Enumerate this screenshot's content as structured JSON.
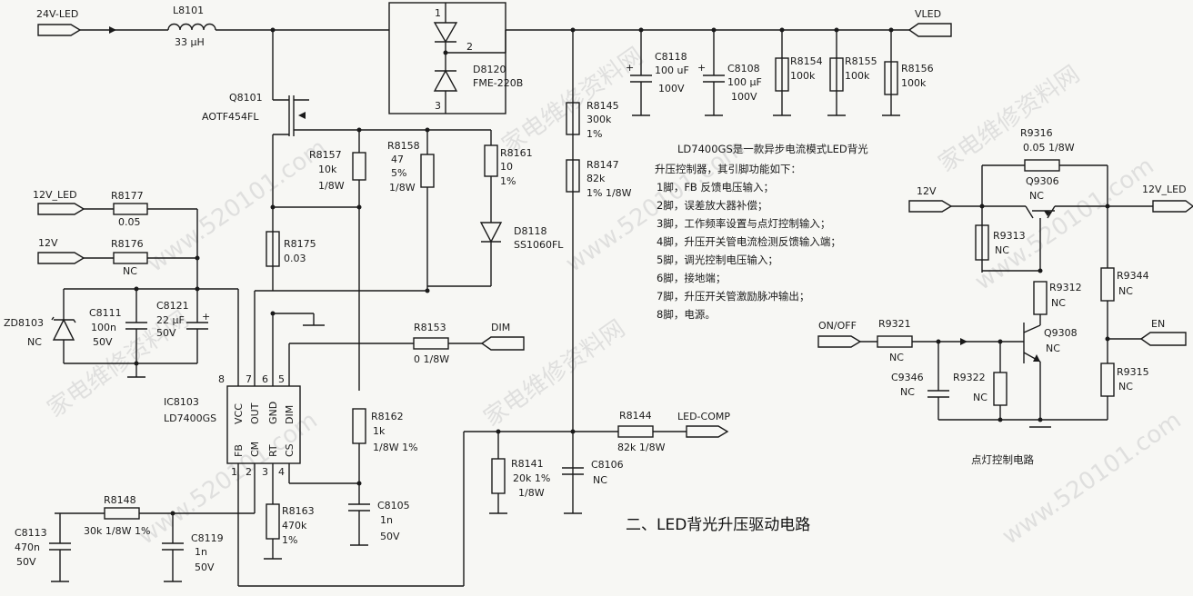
{
  "title": "二、LED背光升压驱动电路",
  "subcircuit_title": "点灯控制电路",
  "watermark": {
    "text_cn": "家电维修资料网",
    "text_url": "www.520101.com"
  },
  "description_lines": [
    "LD7400GS是一款异步电流模式LED背光",
    "升压控制器，其引脚功能如下：",
    "1脚，FB 反馈电压输入；",
    "2脚，误差放大器补偿；",
    "3脚，工作频率设置与点灯控制输入；",
    "4脚，升压开关管电流检测反馈输入端；",
    "5脚，调光控制电压输入；",
    "6脚，接地端；",
    "7脚，升压开关管激励脉冲输出；",
    "8脚，电源。"
  ],
  "ports": {
    "in_24v_led": "24V-LED",
    "out_vled": "VLED",
    "in_12v_led": "12V_LED",
    "in_12v": "12V",
    "in_dim": "DIM",
    "out_led_comp": "LED-COMP",
    "ctl_12v": "12V",
    "ctl_12v_led": "12V_LED",
    "ctl_on_off": "ON/OFF",
    "ctl_en": "EN"
  },
  "components": {
    "L8101": [
      "L8101",
      "33 μH"
    ],
    "D8120": [
      "D8120",
      "FME-220B"
    ],
    "Q8101": [
      "Q8101",
      "AOTF454FL"
    ],
    "C8118": [
      "C8118",
      "100 uF",
      "100V"
    ],
    "C8108": [
      "C8108",
      "100 μF",
      "100V"
    ],
    "R8154": [
      "R8154",
      "100k"
    ],
    "R8155": [
      "R8155",
      "100k"
    ],
    "R8156": [
      "R8156",
      "100k"
    ],
    "R8145": [
      "R8145",
      "300k",
      "1%"
    ],
    "R8147": [
      "R8147",
      "82k",
      "1% 1/8W"
    ],
    "R8157": [
      "R8157",
      "10k",
      "1/8W"
    ],
    "R8158": [
      "R8158",
      "47",
      "5%",
      "1/8W"
    ],
    "R8161": [
      "R8161",
      "10",
      "1%"
    ],
    "D8118": [
      "D8118",
      "SS1060FL"
    ],
    "R8175": [
      "R8175",
      "0.03"
    ],
    "R8177": [
      "R8177",
      "0.05"
    ],
    "R8176": [
      "R8176",
      "NC"
    ],
    "ZD8103": [
      "ZD8103",
      "NC"
    ],
    "C8111": [
      "C8111",
      "100n",
      "50V"
    ],
    "C8121": [
      "C8121",
      "22 μF",
      "50V"
    ],
    "R8153": [
      "R8153",
      "0 1/8W"
    ],
    "IC8103": [
      "IC8103",
      "LD7400GS"
    ],
    "R8162": [
      "R8162",
      "1k",
      "1/8W 1%"
    ],
    "R8144": [
      "R8144",
      "82k 1/8W"
    ],
    "R8141": [
      "R8141",
      "20k 1%",
      "1/8W"
    ],
    "C8106": [
      "C8106",
      "NC"
    ],
    "R8148": [
      "R8148",
      "30k 1/8W 1%"
    ],
    "C8113": [
      "C8113",
      "470n",
      "50V"
    ],
    "C8119": [
      "C8119",
      "1n",
      "50V"
    ],
    "R8163": [
      "R8163",
      "470k",
      "1%"
    ],
    "C8105": [
      "C8105",
      "1n",
      "50V"
    ],
    "R9316": [
      "R9316",
      "0.05 1/8W"
    ],
    "Q9306": [
      "Q9306",
      "NC"
    ],
    "R9313": [
      "R9313",
      "NC"
    ],
    "R9312": [
      "R9312",
      "NC"
    ],
    "R9344": [
      "R9344",
      "NC"
    ],
    "R9321": [
      "R9321",
      "NC"
    ],
    "Q9308": [
      "Q9308",
      "NC"
    ],
    "C9346": [
      "C9346",
      "NC"
    ],
    "R9322": [
      "R9322",
      "NC"
    ],
    "R9315": [
      "R9315",
      "NC"
    ]
  },
  "ic_pins": {
    "top_numbers": [
      "8",
      "7",
      "6",
      "5"
    ],
    "top_names": [
      "VCC",
      "OUT",
      "GND",
      "DIM"
    ],
    "bottom_names": [
      "FB",
      "CM",
      "RT",
      "CS"
    ],
    "bottom_numbers": [
      "1",
      "2",
      "3",
      "4"
    ]
  },
  "d8120_pins": [
    "1",
    "2",
    "3"
  ]
}
